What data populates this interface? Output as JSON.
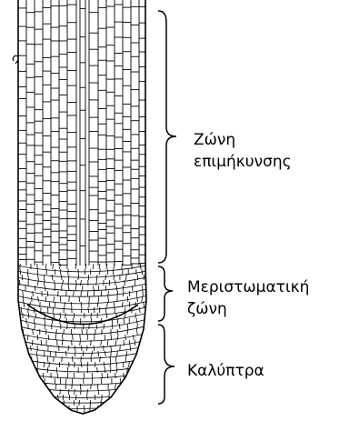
{
  "labels": {
    "elongation_zone": {
      "line1": "Ζώνη",
      "line2": "επιμήκυνσης"
    },
    "meristematic_zone": {
      "line1": "Μεριστωματική",
      "line2": "ζώνη"
    },
    "root_cap": {
      "line1": "Καλύπτρα"
    }
  },
  "colors": {
    "ink": "#000000",
    "background": "#ffffff"
  }
}
